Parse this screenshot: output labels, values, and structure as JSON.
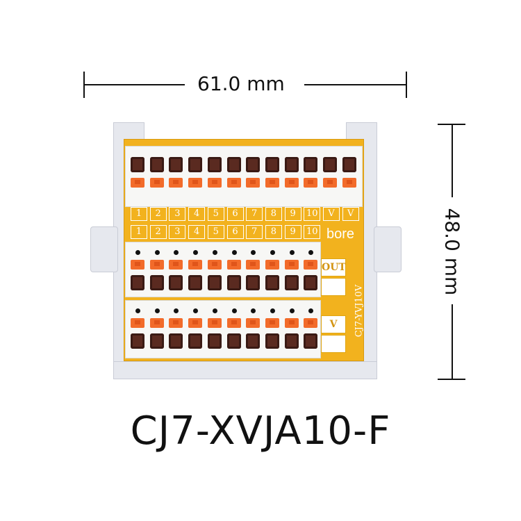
{
  "dimensions": {
    "width_label": "61.0 mm",
    "height_label": "48.0 mm"
  },
  "board": {
    "brand": "bore",
    "model_print": "CJ7-YVJ10V",
    "top_terminal_labels": [
      "1",
      "2",
      "3",
      "4",
      "5",
      "6",
      "7",
      "8",
      "9",
      "10",
      "V",
      "V"
    ],
    "label_row_1": [
      "1",
      "2",
      "3",
      "4",
      "5",
      "6",
      "7",
      "8",
      "9",
      "10",
      "V",
      "V"
    ],
    "label_row_2": [
      "1",
      "2",
      "3",
      "4",
      "5",
      "6",
      "7",
      "8",
      "9",
      "10"
    ],
    "out_tag": "OUT",
    "v_tag": "V",
    "colors": {
      "pcb": "#f2b21e",
      "lever": "#f26b2a",
      "housing": "#f7f7f5",
      "rail": "#e6e8ee"
    }
  },
  "product_title": "CJ7-XVJA10-F"
}
